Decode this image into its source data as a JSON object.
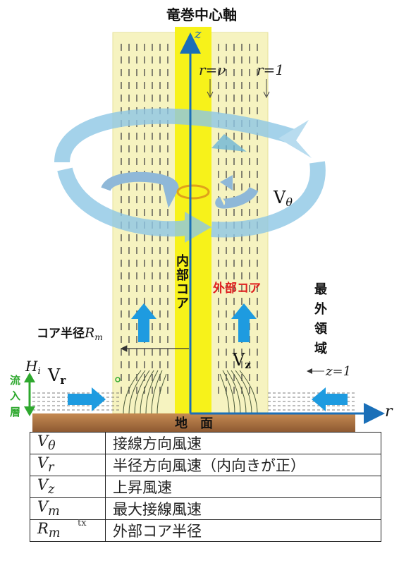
{
  "diagram": {
    "title": "竜巻中心軸",
    "axis_z": "z",
    "axis_r": "r",
    "r_nu": "r=ν",
    "r_one": "r=1",
    "v_theta": "V",
    "v_theta_sub": "θ",
    "inner_core": [
      "内",
      "部",
      "コ",
      "ア"
    ],
    "outer_core": "外部コア",
    "outermost": [
      "最",
      "外",
      "領",
      "域"
    ],
    "core_radius": "コア半径",
    "core_radius_sym": "R",
    "core_radius_sub": "m",
    "vr": "V",
    "vr_sub": "r",
    "vz": "V",
    "vz_sub": "z",
    "hi": "H",
    "hi_sub": "i",
    "z_one": "z=1",
    "inflow": [
      "流",
      "入",
      "層"
    ],
    "ground": "地　面",
    "colors": {
      "outer_band": "#f6f3c0",
      "inner_core": "#f7f21a",
      "axis": "#1a6fb8",
      "swirl": "#8ec7e6",
      "arrow_blue": "#1e9be0",
      "ground": "#b07a4a",
      "red_label": "#e02020",
      "green_label": "#2ea82e"
    }
  },
  "legend": [
    {
      "sym": "V",
      "sub": "θ",
      "desc": "接線方向風速"
    },
    {
      "sym": "V",
      "sub": "r",
      "desc": "半径方向風速（内向きが正）"
    },
    {
      "sym": "V",
      "sub": "z",
      "desc": "上昇風速"
    },
    {
      "sym": "V",
      "sub": "m",
      "desc": "最大接線風速"
    },
    {
      "sym": "R",
      "sub": "m",
      "desc": "外部コア半径"
    }
  ],
  "side_note": "tx"
}
